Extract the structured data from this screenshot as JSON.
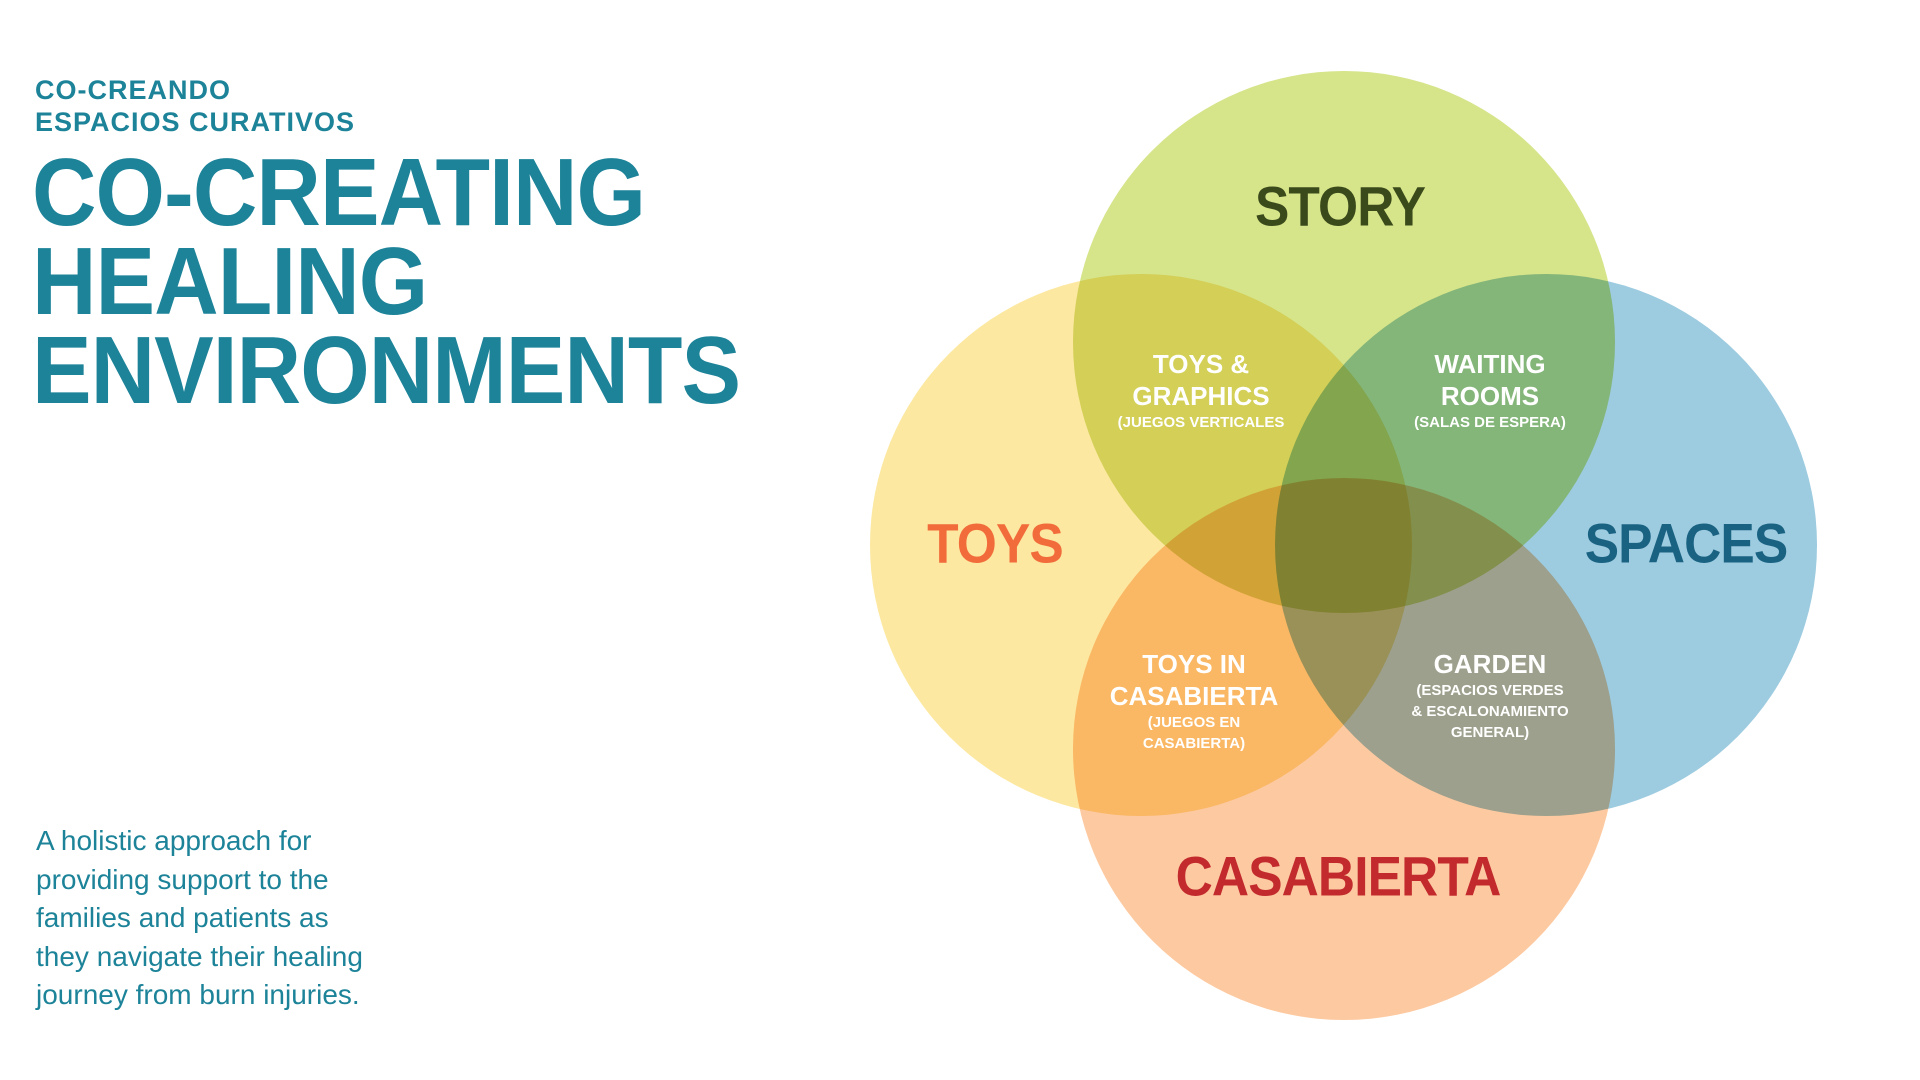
{
  "header": {
    "subtitle_lines": [
      "CO-CREANDO",
      "ESPACIOS CURATIVOS"
    ],
    "title_lines": [
      "CO-CREATING",
      "HEALING",
      "ENVIRONMENTS"
    ]
  },
  "description_lines": [
    "A holistic approach for",
    "providing support to the",
    "families and patients as",
    "they navigate their healing",
    "journey from burn injuries."
  ],
  "venn": {
    "sets": [
      {
        "label": "STORY",
        "color": "#d6e48a",
        "text_color": "#3a4a1a"
      },
      {
        "label": "TOYS",
        "color": "#fce8a0",
        "text_color": "#f26b3a"
      },
      {
        "label": "SPACES",
        "color": "#9dcbe0",
        "text_color": "#1a6282"
      },
      {
        "label": "CASABIERTA",
        "color": "#fdc9a0",
        "text_color": "#c22a2e"
      }
    ],
    "intersections": [
      {
        "title_lines": [
          "TOYS &",
          "GRAPHICS"
        ],
        "sub_lines": [
          "(JUEGOS VERTICALES"
        ]
      },
      {
        "title_lines": [
          "WAITING",
          "ROOMS"
        ],
        "sub_lines": [
          "(SALAS DE ESPERA)"
        ]
      },
      {
        "title_lines": [
          "TOYS IN",
          "CASABIERTA"
        ],
        "sub_lines": [
          "(JUEGOS EN",
          "CASABIERTA)"
        ]
      },
      {
        "title_lines": [
          "GARDEN"
        ],
        "sub_lines": [
          "(ESPACIOS VERDES",
          "& ESCALONAMIENTO",
          "GENERAL)"
        ]
      }
    ]
  }
}
